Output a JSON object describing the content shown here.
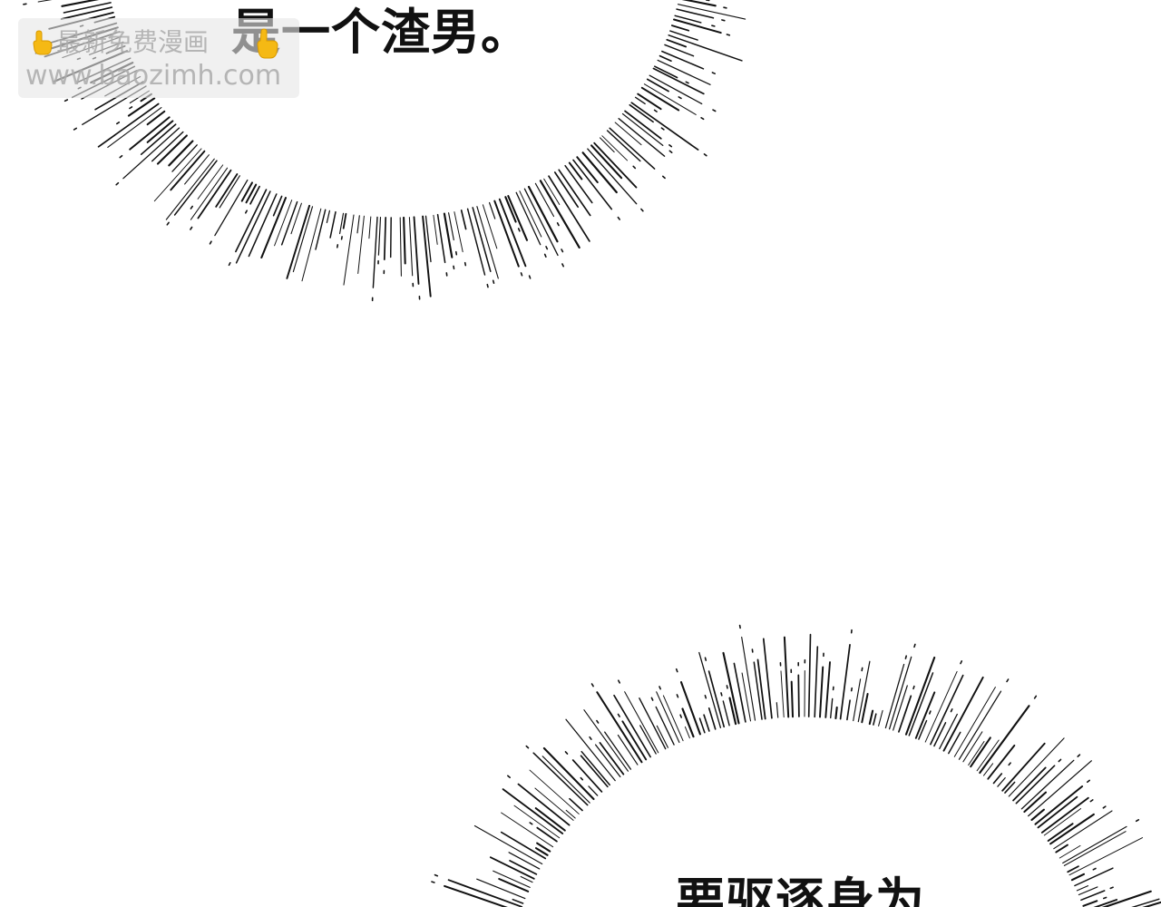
{
  "panel": {
    "caption_top": "是一个渣男。",
    "caption_bottom": "要驱逐身为"
  },
  "watermark": {
    "line1": "最新免费漫画",
    "line2": "www.baozimh.com",
    "icon": "pointing-hand-icon",
    "icon_color": "#f5b914"
  },
  "colors": {
    "ink": "#111111",
    "background": "#ffffff"
  }
}
